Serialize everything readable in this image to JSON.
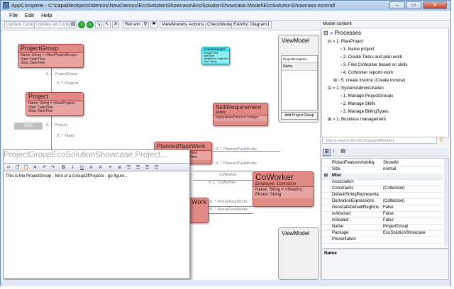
{
  "window": {
    "title": "AppComplete - C:\\capableobjects\\demos\\NewDemos\\EcoSolutionShowcase\\EcoSolutionShowcase.Model\\EcoSolutionShowcase.ecomdl",
    "min": "–",
    "max": "▭",
    "close": "✕"
  },
  "menu": [
    "File",
    "Edit",
    "Help"
  ],
  "toolbar": {
    "update_code": "Update Code",
    "update_all_code": "Update all Code",
    "ref_win": "Ref win",
    "viewmodels": "ViewModels",
    "actions": "Actions",
    "check_model": "CheckModel",
    "ea_info": "EAInfo",
    "diagram_tab": "Diagram1"
  },
  "model_content_label": "Model content",
  "diagram": {
    "project_group": {
      "name": "ProjectGroup",
      "attrs": [
        "Name: String = <NewProjectGroup>",
        "Start: DateTime",
        "Stop: DateTime"
      ]
    },
    "project": {
      "name": "Project",
      "attrs": [
        "Name: String = <NewProject>",
        "Start: DateTime",
        "Stop: DateTime"
      ]
    },
    "common_super": {
      "name": "CommonSuper",
      "attrs": [
        "ChangeTime: DateTime",
        "CreateTime: DateTime",
        "Guid: String"
      ]
    },
    "skill_req": {
      "name": "SkillRequirement",
      "sub": "Ability",
      "attrs": [
        "ImportancePercent: Integer"
      ]
    },
    "planned_task": {
      "name": "PlannedTaskWork",
      "attrs": [
        "...eTime",
        "...eTime"
      ]
    },
    "coworker": {
      "name": "CoWorker",
      "sub": "Employee, Contractor",
      "attrs": [
        "Name: String = <NewIno...",
        "Phone: String"
      ]
    },
    "work_partial": {
      "name": "Work"
    },
    "ddc_label": "DDC",
    "assoc": {
      "pg_mult": "0..1",
      "pg_role": "ProjectGroup",
      "pg_many": "0..*",
      "pg_many_role": "Projects",
      "pr_mult": "0..1",
      "pr_role": "Project",
      "pr_many": "0..*",
      "pr_many_role": "Tasks",
      "ptw_many": "0..*",
      "ptw_role": "PlannedTaskWorks",
      "ptw_many2": "0..*",
      "ptw_role2": "PlannedTaskWorks",
      "cw_role": "CoWorker",
      "cw_mult": "0..1",
      "cw_role2": "CoWorker",
      "atw_many": "0..*",
      "atw_role": "ActualTaskWorks",
      "atw_many2": "0..*",
      "atw_role2": "ActualTaskWorks"
    },
    "viewmodel": {
      "title": "ViewModel",
      "subtitle": "ProjectGroupVie...",
      "col": "Name",
      "button": "Add Project Group"
    },
    "viewmodel2": {
      "title": "ViewModel"
    }
  },
  "editor": {
    "title": "ProjectGroupEcoSolutionShowcase.Project...",
    "text": "This is the ProjectGroup - kind of a GroupOfProjects - go figure..."
  },
  "tree": {
    "processes": "Processes",
    "items": [
      {
        "label": "1. PlanProject",
        "level": 1,
        "expand": "⊟"
      },
      {
        "label": "1. Name project",
        "level": 2
      },
      {
        "label": "2. Create Tasks and plan work",
        "level": 2
      },
      {
        "label": "3. Find CoWorker based on skills",
        "level": 2
      },
      {
        "label": "4. CoWorker reports work",
        "level": 2
      },
      {
        "label": "5. create invoice (Create invoice)",
        "level": 2,
        "expand": "⊞"
      },
      {
        "label": "1. SystemAdministration",
        "level": 1,
        "expand": "⊟"
      },
      {
        "label": "1. Manage ProjectGroups",
        "level": 2
      },
      {
        "label": "2. Manage Skills",
        "level": 2
      },
      {
        "label": "3. Manage BillingTypes",
        "level": 2
      },
      {
        "label": "1. Business management",
        "level": 1,
        "expand": "⊞"
      }
    ]
  },
  "search_placeholder": "Start a search like this [Class].[Member]",
  "props": [
    {
      "k": "PickedFeatureVisibility",
      "v": "ShowAll"
    },
    {
      "k": "Size",
      "v": "normal"
    },
    {
      "k": "Misc",
      "v": "",
      "section": true
    },
    {
      "k": "Association",
      "v": ""
    },
    {
      "k": "Constraints",
      "v": "(Collection)"
    },
    {
      "k": "DefaultStringRepresenta",
      "v": ""
    },
    {
      "k": "DerivationExpressions",
      "v": "(Collection)"
    },
    {
      "k": "GenerateDefaultRegions",
      "v": "False"
    },
    {
      "k": "IsAbstract",
      "v": "False"
    },
    {
      "k": "IsSealed",
      "v": "False"
    },
    {
      "k": "Name",
      "v": "ProjectGroup"
    },
    {
      "k": "Package",
      "v": "EcoSolutionShowcase"
    },
    {
      "k": "Presentation",
      "v": ""
    }
  ],
  "prop_desc_title": "Name"
}
